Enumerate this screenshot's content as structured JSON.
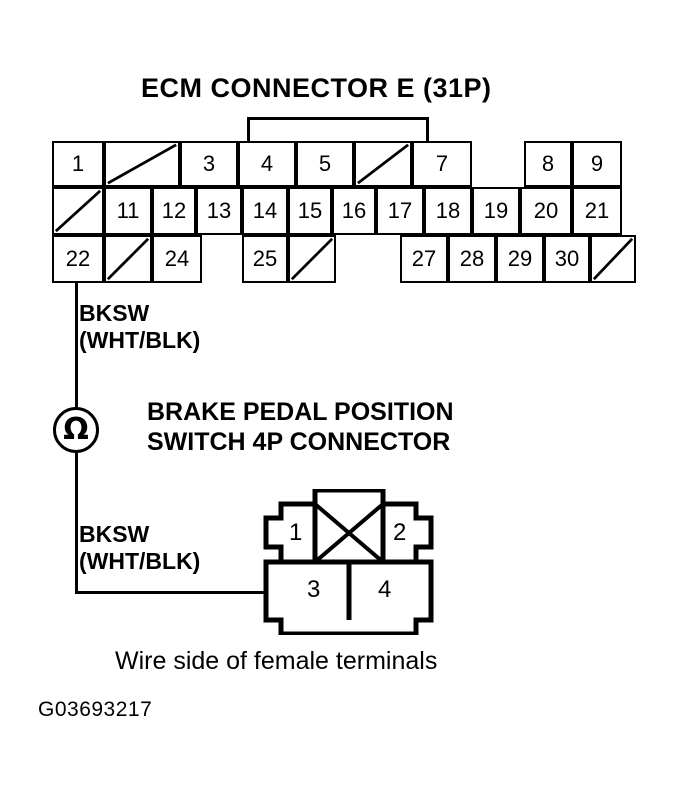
{
  "title": "ECM CONNECTOR E (31P)",
  "ecm_connector": {
    "name": "ECM CONNECTOR E (31P)",
    "rows": [
      {
        "row": 1,
        "cells": [
          {
            "label": "1",
            "blank": false
          },
          {
            "label": "",
            "blank": true
          },
          {
            "label": "3",
            "blank": false
          },
          {
            "label": "4",
            "blank": false
          },
          {
            "label": "5",
            "blank": false
          },
          {
            "label": "",
            "blank": true
          },
          {
            "label": "7",
            "blank": false
          },
          {
            "label": "8",
            "blank": false
          },
          {
            "label": "9",
            "blank": false
          }
        ]
      },
      {
        "row": 2,
        "cells": [
          {
            "label": "",
            "blank": true
          },
          {
            "label": "11",
            "blank": false
          },
          {
            "label": "12",
            "blank": false
          },
          {
            "label": "13",
            "blank": false
          },
          {
            "label": "14",
            "blank": false
          },
          {
            "label": "15",
            "blank": false
          },
          {
            "label": "16",
            "blank": false
          },
          {
            "label": "17",
            "blank": false
          },
          {
            "label": "18",
            "blank": false
          },
          {
            "label": "19",
            "blank": false
          },
          {
            "label": "20",
            "blank": false
          },
          {
            "label": "21",
            "blank": false
          }
        ]
      },
      {
        "row": 3,
        "cells": [
          {
            "label": "22",
            "blank": false
          },
          {
            "label": "",
            "blank": true
          },
          {
            "label": "24",
            "blank": false
          },
          {
            "label": "25",
            "blank": false
          },
          {
            "label": "",
            "blank": true
          },
          {
            "label": "27",
            "blank": false
          },
          {
            "label": "28",
            "blank": false
          },
          {
            "label": "29",
            "blank": false
          },
          {
            "label": "30",
            "blank": false
          },
          {
            "label": "",
            "blank": true
          }
        ]
      }
    ]
  },
  "wire_label_top": {
    "line1": "BKSW",
    "line2": "(WHT/BLK)"
  },
  "wire_label_bottom": {
    "line1": "BKSW",
    "line2": "(WHT/BLK)"
  },
  "meter": {
    "symbol": "Ω",
    "name": "ohmmeter"
  },
  "switch_header": {
    "line1": "BRAKE PEDAL POSITION",
    "line2": "SWITCH 4P CONNECTOR"
  },
  "bps_connector": {
    "pins": [
      {
        "label": "1"
      },
      {
        "label": "2"
      },
      {
        "label": "3"
      },
      {
        "label": "4"
      }
    ],
    "center_mark": "X"
  },
  "caption": "Wire side of female terminals",
  "part_number": "G03693217",
  "colors": {
    "line": "#000000",
    "background": "#ffffff"
  }
}
